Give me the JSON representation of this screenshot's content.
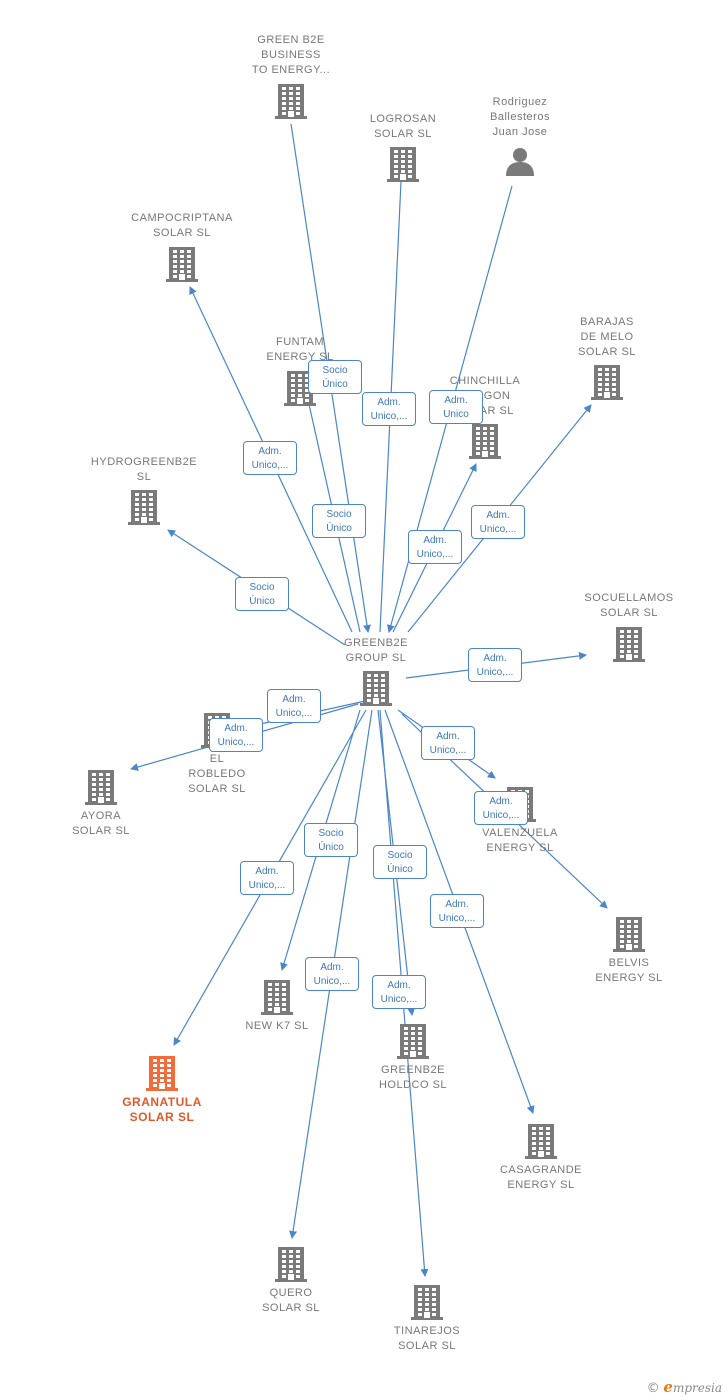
{
  "colors": {
    "edge": "#4a86c8",
    "building": "#7a7a7a",
    "focus": "#f26b3a",
    "label_text": "#777777"
  },
  "nodes": [
    {
      "id": "green-b2e-business",
      "label": [
        "GREEN B2E",
        "BUSINESS",
        "TO ENERGY..."
      ],
      "icon": "building-icon"
    },
    {
      "id": "logrosan",
      "label": [
        "LOGROSAN",
        "SOLAR  SL"
      ],
      "icon": "building-icon"
    },
    {
      "id": "rodriguez",
      "label": [
        "Rodriguez",
        "Ballesteros",
        "Juan Jose"
      ],
      "icon": "person-icon"
    },
    {
      "id": "campocriptana",
      "label": [
        "CAMPOCRIPTANA",
        "SOLAR  SL"
      ],
      "icon": "building-icon"
    },
    {
      "id": "barajas",
      "label": [
        "BARAJAS",
        "DE MELO",
        "SOLAR  SL"
      ],
      "icon": "building-icon"
    },
    {
      "id": "funtam",
      "label": [
        "FUNTAM",
        "ENERGY  SL"
      ],
      "icon": "building-icon"
    },
    {
      "id": "chinchilla",
      "label": [
        "CHINCHILLA",
        "ARAGON",
        "SOLAR  SL"
      ],
      "icon": "building-icon"
    },
    {
      "id": "hydrogreen",
      "label": [
        "HYDROGREENB2E",
        "SL"
      ],
      "icon": "building-icon"
    },
    {
      "id": "socuellamos",
      "label": [
        "SOCUELLAMOS",
        "SOLAR  SL"
      ],
      "icon": "building-icon"
    },
    {
      "id": "greenb2e-group",
      "label": [
        "GREENB2E",
        "GROUP  SL"
      ],
      "icon": "building-icon"
    },
    {
      "id": "el-robledo",
      "label": [
        "EL",
        "ROBLEDO",
        "SOLAR  SL"
      ],
      "icon": "building-icon"
    },
    {
      "id": "ayora",
      "label": [
        "AYORA",
        "SOLAR  SL"
      ],
      "icon": "building-icon"
    },
    {
      "id": "valenzuela",
      "label": [
        "VALENZUELA",
        "ENERGY  SL"
      ],
      "icon": "building-icon"
    },
    {
      "id": "belvis",
      "label": [
        "BELVIS",
        "ENERGY  SL"
      ],
      "icon": "building-icon"
    },
    {
      "id": "new-k7",
      "label": [
        "NEW K7  SL"
      ],
      "icon": "building-icon"
    },
    {
      "id": "greenb2e-holdco",
      "label": [
        "GREENB2E",
        "HOLDCO  SL"
      ],
      "icon": "building-icon"
    },
    {
      "id": "granatula",
      "label": [
        "GRANATULA",
        "SOLAR  SL"
      ],
      "icon": "building-icon",
      "focus": true
    },
    {
      "id": "casagrande",
      "label": [
        "CASAGRANDE",
        "ENERGY  SL"
      ],
      "icon": "building-icon"
    },
    {
      "id": "quero",
      "label": [
        "QUERO",
        "SOLAR  SL"
      ],
      "icon": "building-icon"
    },
    {
      "id": "tinarejos",
      "label": [
        "TINAREJOS",
        "SOLAR  SL"
      ],
      "icon": "building-icon"
    }
  ],
  "edges": [
    {
      "from": "green-b2e-business",
      "to": "greenb2e-group",
      "label": [
        "Socio",
        "Único"
      ]
    },
    {
      "from": "greenb2e-group",
      "to": "logrosan",
      "label": [
        "Adm.",
        "Unico,..."
      ]
    },
    {
      "from": "rodriguez",
      "to": "greenb2e-group",
      "label": [
        "Adm.",
        "Unico"
      ]
    },
    {
      "from": "greenb2e-group",
      "to": "campocriptana",
      "label": [
        "Adm.",
        "Unico,..."
      ]
    },
    {
      "from": "greenb2e-group",
      "to": "funtam",
      "label": [
        "Socio",
        "Único"
      ]
    },
    {
      "from": "greenb2e-group",
      "to": "chinchilla",
      "label": [
        "Adm.",
        "Unico,..."
      ]
    },
    {
      "from": "greenb2e-group",
      "to": "barajas",
      "label": [
        "Adm.",
        "Unico,..."
      ]
    },
    {
      "from": "greenb2e-group",
      "to": "hydrogreen",
      "label": [
        "Socio",
        "Único"
      ]
    },
    {
      "from": "greenb2e-group",
      "to": "socuellamos",
      "label": [
        "Adm.",
        "Unico,..."
      ]
    },
    {
      "from": "greenb2e-group",
      "to": "el-robledo",
      "label": [
        "Adm.",
        "Unico,..."
      ]
    },
    {
      "from": "greenb2e-group",
      "to": "ayora",
      "label": [
        "Adm.",
        "Unico,..."
      ]
    },
    {
      "from": "greenb2e-group",
      "to": "valenzuela",
      "label": [
        "Adm.",
        "Unico,..."
      ]
    },
    {
      "from": "greenb2e-group",
      "to": "belvis",
      "label": [
        "Adm.",
        "Unico,..."
      ]
    },
    {
      "from": "greenb2e-group",
      "to": "new-k7",
      "label": [
        "Socio",
        "Único"
      ]
    },
    {
      "from": "greenb2e-group",
      "to": "greenb2e-holdco",
      "label": [
        "Socio",
        "Único"
      ]
    },
    {
      "from": "greenb2e-group",
      "to": "granatula",
      "label": [
        "Adm.",
        "Unico,..."
      ]
    },
    {
      "from": "greenb2e-group",
      "to": "casagrande",
      "label": [
        "Adm.",
        "Unico,..."
      ]
    },
    {
      "from": "greenb2e-group",
      "to": "quero",
      "label": [
        "Adm.",
        "Unico,..."
      ]
    },
    {
      "from": "greenb2e-group",
      "to": "tinarejos",
      "label": [
        "Adm.",
        "Unico,..."
      ]
    }
  ],
  "brand": {
    "copyright": "©",
    "initial": "e",
    "rest": "mpresia"
  }
}
